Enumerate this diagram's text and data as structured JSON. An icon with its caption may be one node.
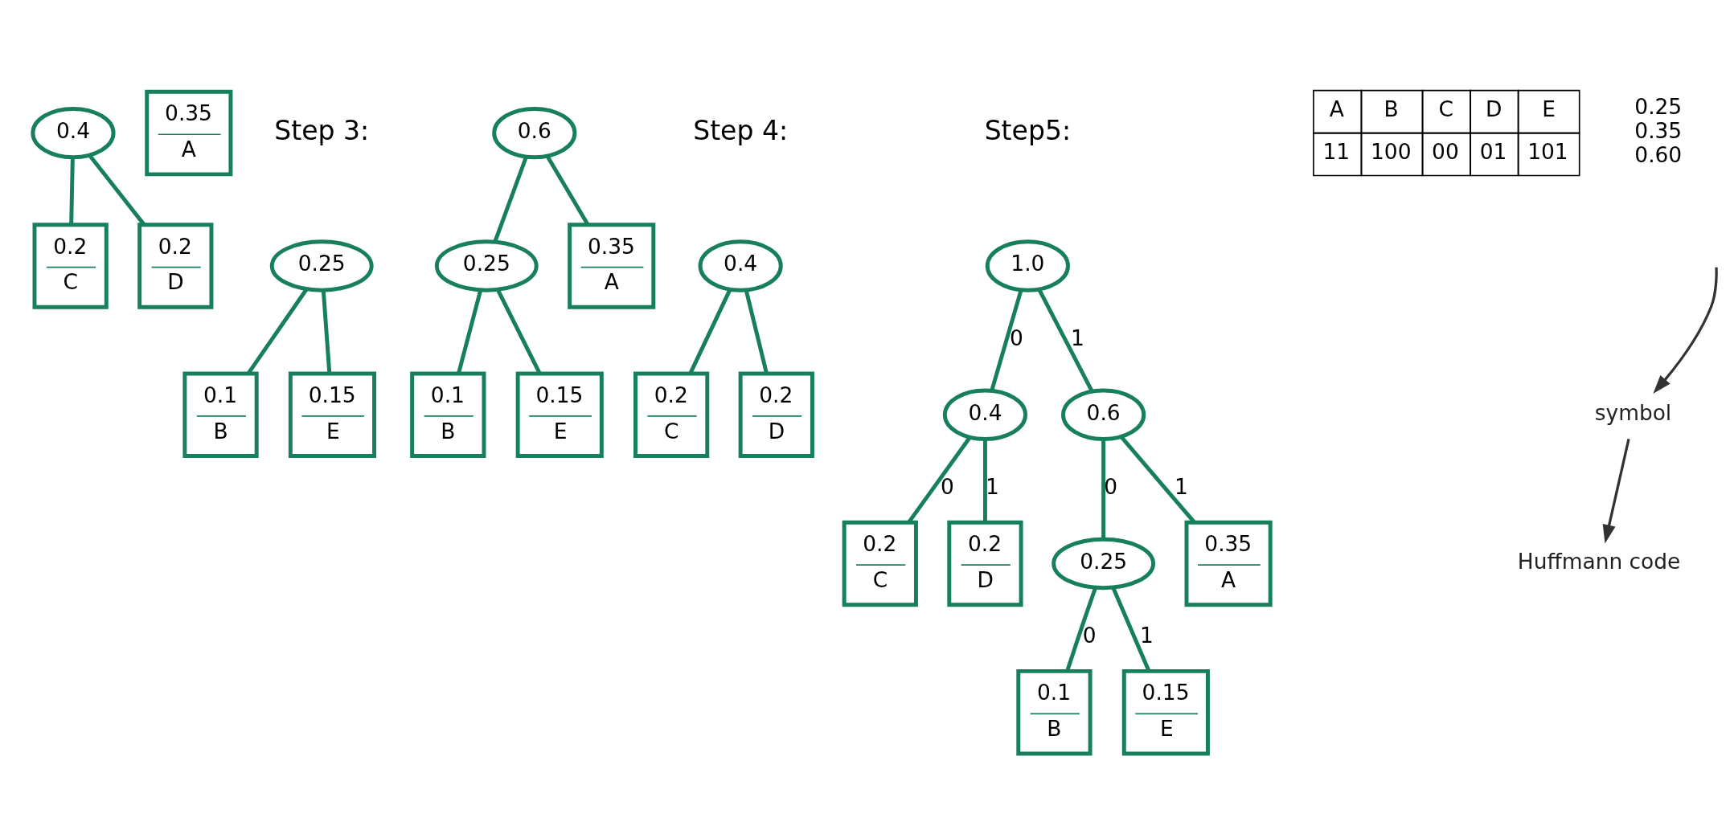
{
  "diagram": {
    "nodes": [
      {
        "text": [
          "0.25"
        ]
      },
      {
        "text": [
          "0.1",
          "B"
        ]
      },
      {
        "text": [
          "0.15",
          "E"
        ]
      },
      {
        "text": [
          "0.35",
          "A"
        ]
      },
      {
        "text": [
          "0.4"
        ]
      },
      {
        "text": [
          "0.2",
          "C"
        ]
      },
      {
        "text": [
          "0.2",
          "D"
        ]
      },
      {
        "text": [
          "0.4"
        ]
      },
      {
        "text": [
          "0.2",
          "C"
        ]
      },
      {
        "text": [
          "0.2",
          "D"
        ]
      },
      {
        "text": [
          "0.6"
        ]
      },
      {
        "text": [
          "0.25"
        ]
      },
      {
        "text": [
          "0.1",
          "B"
        ]
      },
      {
        "text": [
          "0.15",
          "E"
        ]
      },
      {
        "text": [
          "0.35",
          "A"
        ]
      },
      {
        "text": [
          "1.0"
        ]
      },
      {
        "text": [
          "0.4"
        ]
      },
      {
        "text": [
          "0.6"
        ]
      },
      {
        "text": [
          "0.2",
          "C"
        ]
      },
      {
        "text": [
          "0.2",
          "D"
        ]
      },
      {
        "text": [
          "0.25"
        ]
      },
      {
        "text": [
          "0.35",
          "A"
        ]
      },
      {
        "text": [
          "0.1",
          "B"
        ]
      },
      {
        "text": [
          "0.15",
          "E"
        ]
      },
      {
        "text": [
          "symbol"
        ]
      },
      {
        "text": [
          "Huffmann code"
        ]
      }
    ],
    "edges": [
      {
        "from": 0,
        "to": 1,
        "arrow": "none"
      },
      {
        "from": 0,
        "to": 2,
        "arrow": "none"
      },
      {
        "from": 4,
        "to": 5,
        "arrow": "none"
      },
      {
        "from": 4,
        "to": 6,
        "arrow": "none"
      },
      {
        "from": 7,
        "to": 8,
        "arrow": "none"
      },
      {
        "from": 7,
        "to": 9,
        "arrow": "none"
      },
      {
        "from": 10,
        "to": 11,
        "arrow": "none"
      },
      {
        "from": 10,
        "to": 14,
        "arrow": "none"
      },
      {
        "from": 11,
        "to": 12,
        "arrow": "none"
      },
      {
        "from": 11,
        "to": 13,
        "arrow": "none"
      },
      {
        "from": 15,
        "to": 16,
        "arrow": "none",
        "label": "0"
      },
      {
        "from": 15,
        "to": 17,
        "arrow": "none",
        "label": "1"
      },
      {
        "from": 16,
        "to": 18,
        "arrow": "none",
        "label": "0"
      },
      {
        "from": 16,
        "to": 19,
        "arrow": "none",
        "label": "1"
      },
      {
        "from": 17,
        "to": 20,
        "arrow": "none",
        "label": "0"
      },
      {
        "from": 17,
        "to": 21,
        "arrow": "none",
        "label": "1"
      },
      {
        "from": 20,
        "to": 22,
        "arrow": "none",
        "label": "0"
      },
      {
        "from": 20,
        "to": 23,
        "arrow": "none",
        "label": "1"
      },
      {
        "from": null,
        "to": 24,
        "arrow": "to",
        "color": "#333333"
      },
      {
        "from": 24,
        "to": 25,
        "arrow": "to",
        "color": "#333333"
      }
    ],
    "labels": [
      "Step 3:",
      "0.25",
      "0.35",
      "0.60",
      "A",
      "B",
      "C",
      "D",
      "E",
      "11",
      "100",
      "00",
      "01",
      "101",
      "Step 4:",
      "Step5:"
    ]
  }
}
